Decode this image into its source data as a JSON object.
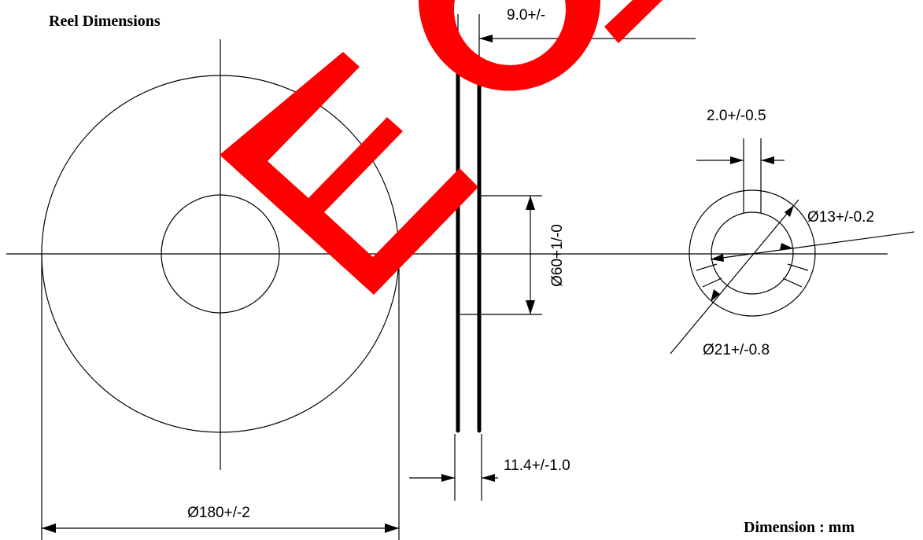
{
  "title": "Reel Dimensions",
  "unit_note": "Dimension : mm",
  "dimensions": {
    "outer_diameter": "Ø180+/-2",
    "hub_diameter": "Ø60+1/-0",
    "top_width": "9.0+/-",
    "width": "11.4+/-1.0",
    "slot_width": "2.0+/-0.5",
    "arbor_hole": "Ø13+/-0.2",
    "hub_outer": "Ø21+/-0.8"
  },
  "watermark": {
    "text": "EOL",
    "color": "#ff0000"
  },
  "colors": {
    "line": "#000000",
    "background": "#ffffff"
  }
}
